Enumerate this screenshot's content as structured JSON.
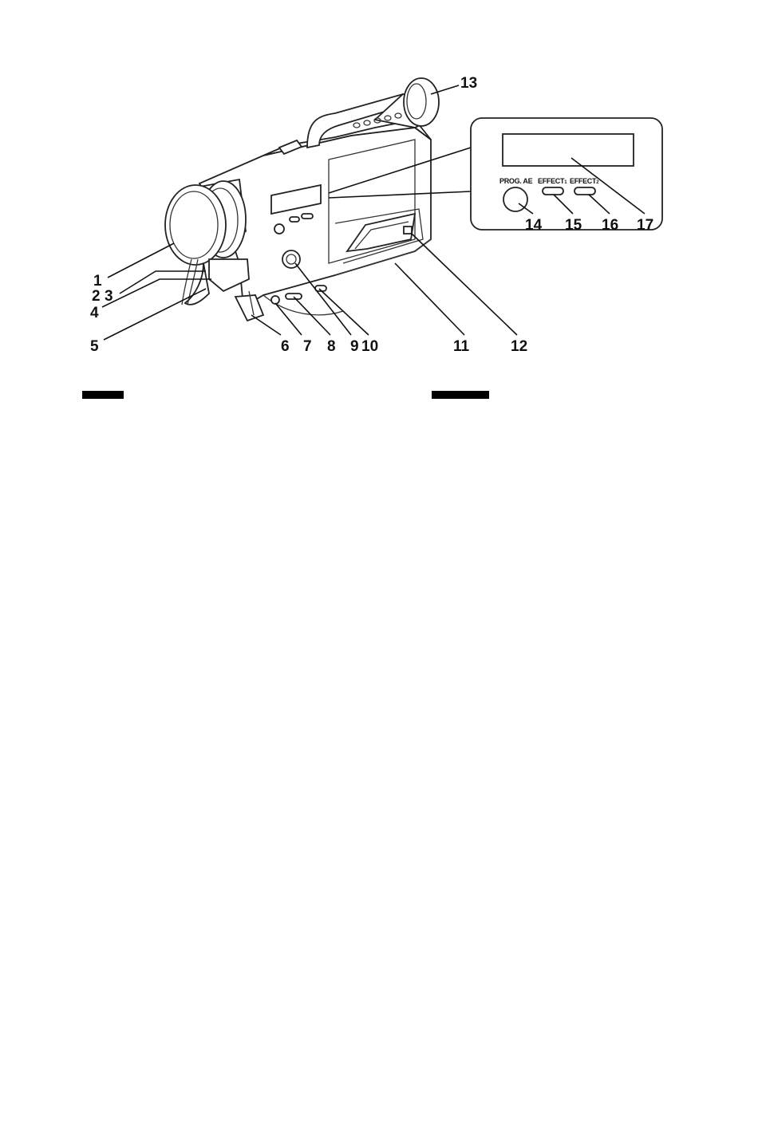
{
  "diagram": {
    "callouts": [
      "1",
      "2",
      "3",
      "4",
      "5",
      "6",
      "7",
      "8",
      "9",
      "10",
      "11",
      "12",
      "13",
      "14",
      "15",
      "16",
      "17"
    ],
    "panel_labels": {
      "prog_ae": "PROG. AE",
      "effect1": "EFFECT",
      "effect1_sub": "1",
      "effect2": "EFFECT",
      "effect2_sub": "2"
    }
  },
  "section_headings": [
    {
      "text": ""
    },
    {
      "text": ""
    }
  ],
  "colors": {
    "ink": "#111111",
    "background": "#ffffff"
  }
}
